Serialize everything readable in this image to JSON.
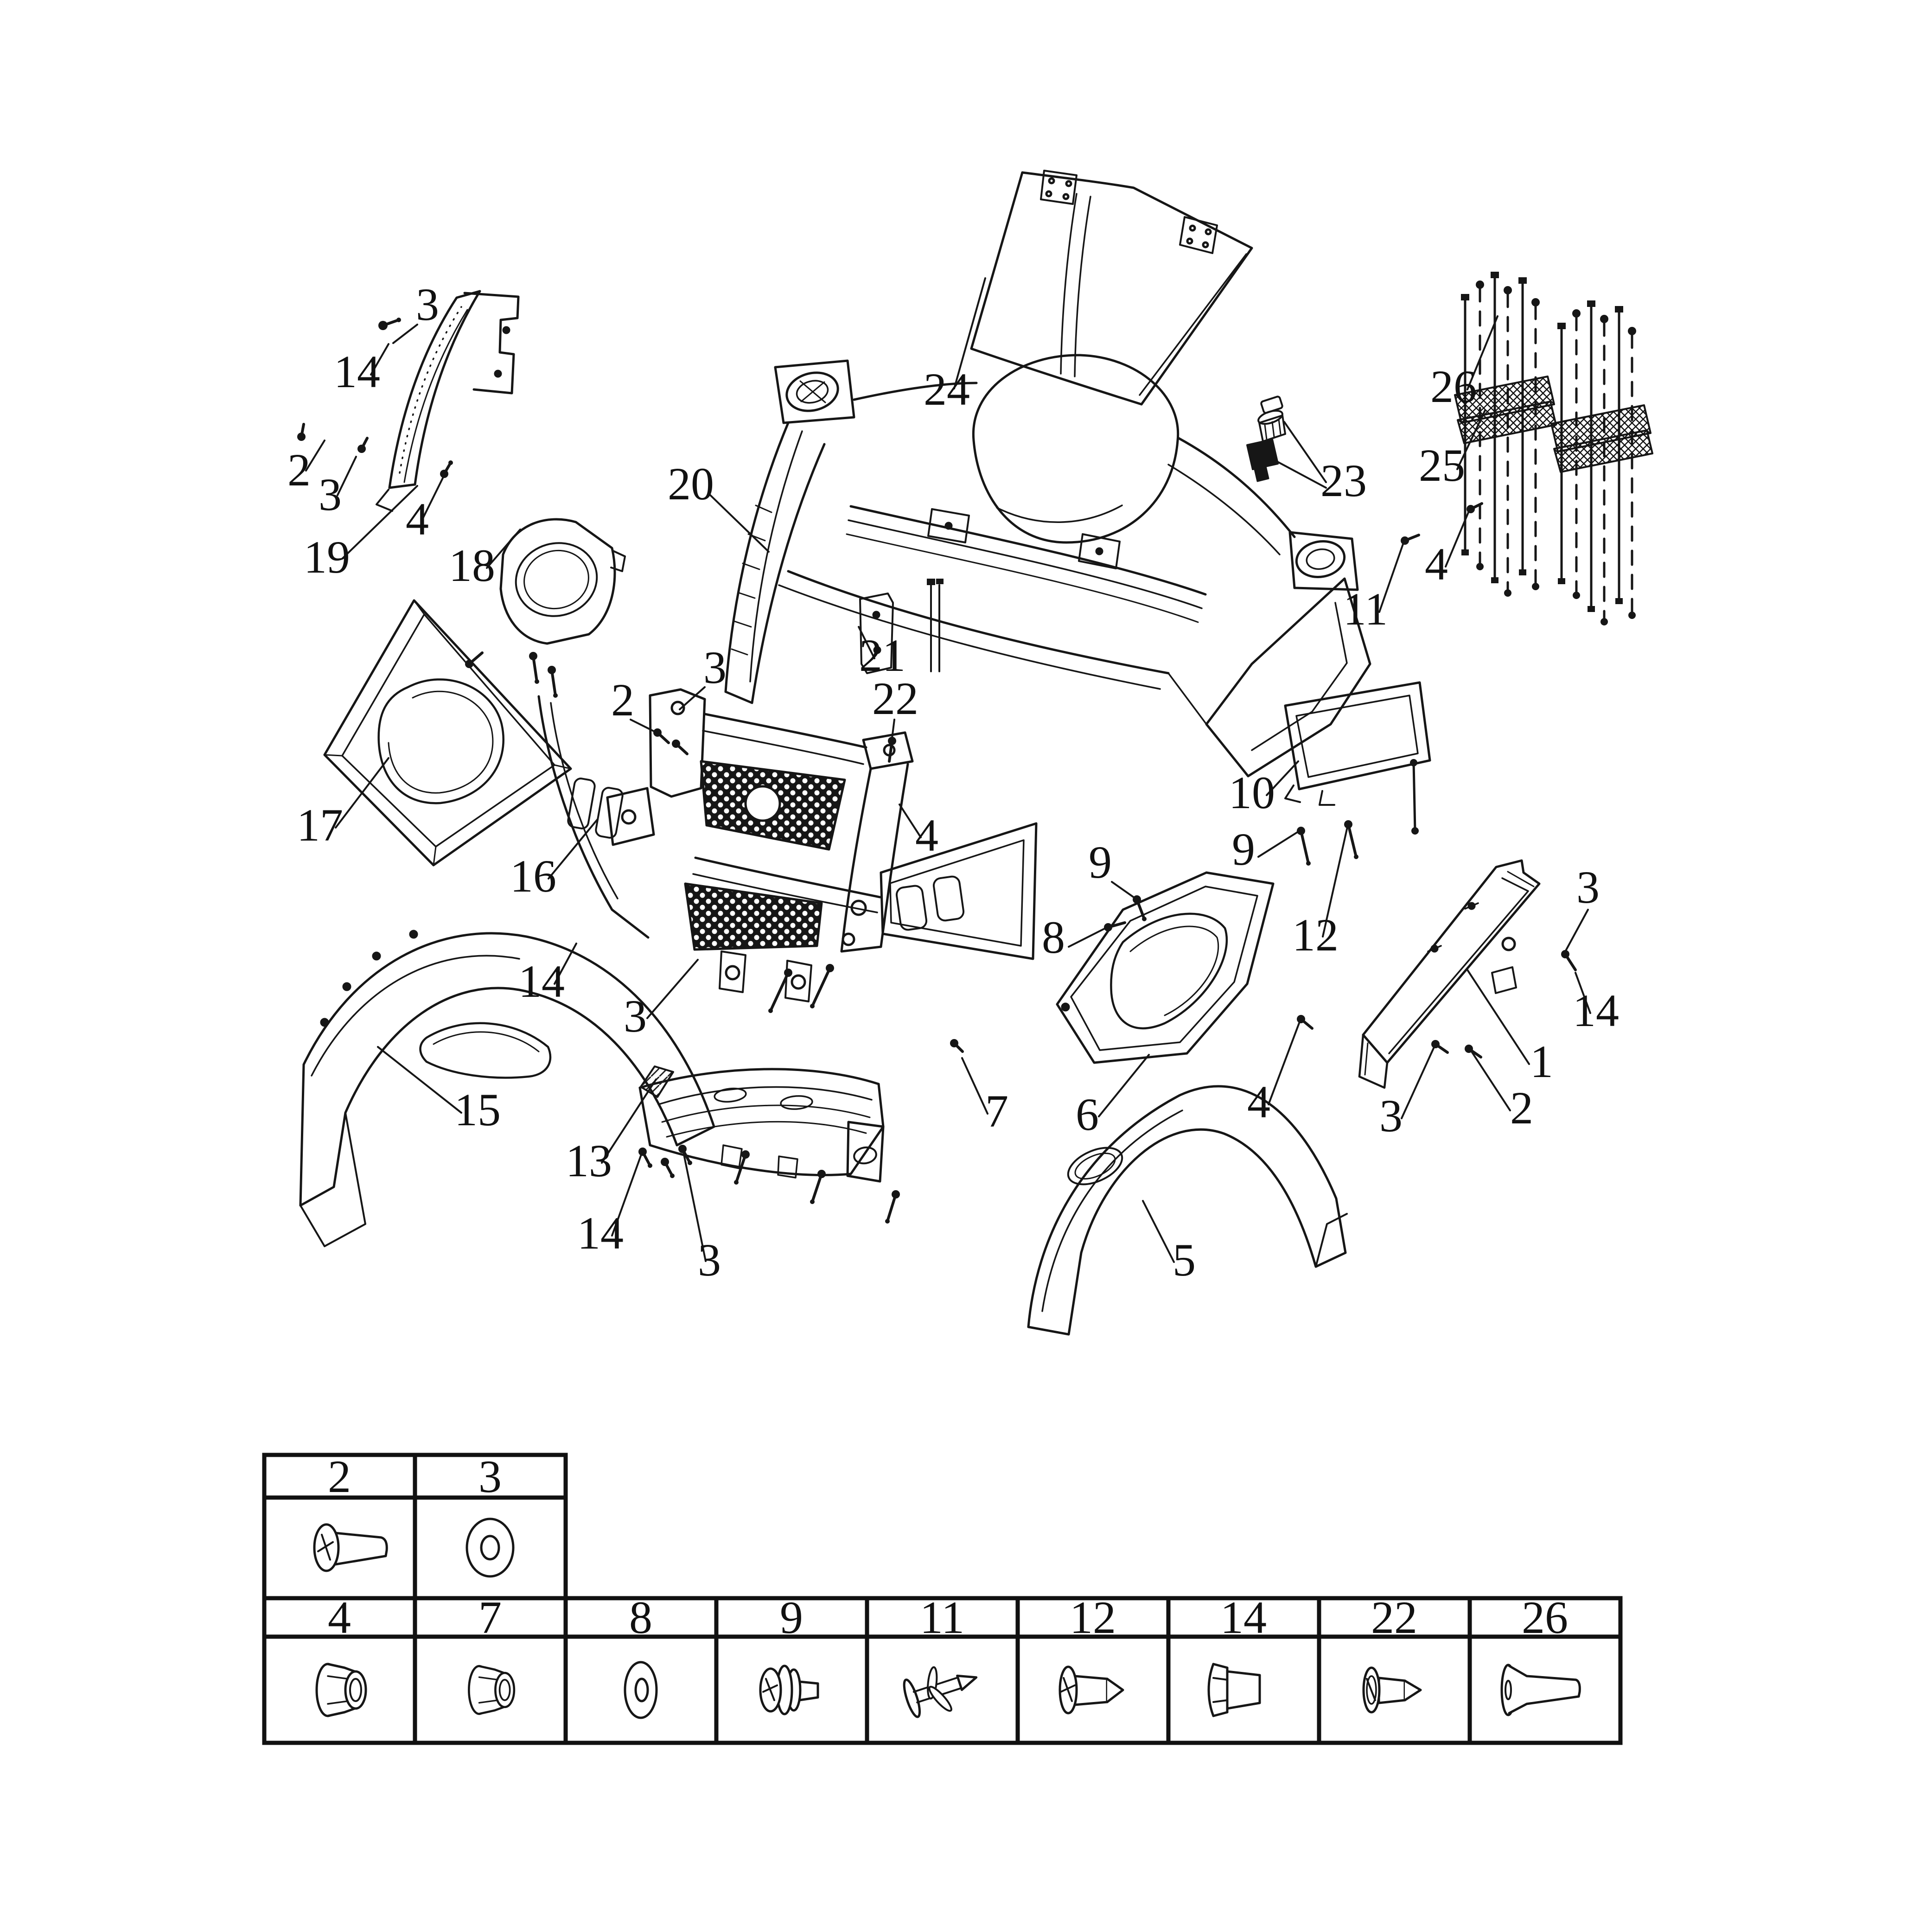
{
  "page": {
    "background": "#ffffff",
    "ink": "#111111"
  },
  "diagram": {
    "callouts": [
      {
        "label": "3"
      },
      {
        "label": "14"
      },
      {
        "label": "2"
      },
      {
        "label": "3"
      },
      {
        "label": "4"
      },
      {
        "label": "19"
      },
      {
        "label": "18"
      },
      {
        "label": "20"
      },
      {
        "label": "24"
      },
      {
        "label": "23"
      },
      {
        "label": "26"
      },
      {
        "label": "25"
      },
      {
        "label": "4"
      },
      {
        "label": "11"
      },
      {
        "label": "17"
      },
      {
        "label": "16"
      },
      {
        "label": "2"
      },
      {
        "label": "3"
      },
      {
        "label": "21"
      },
      {
        "label": "22"
      },
      {
        "label": "10"
      },
      {
        "label": "4"
      },
      {
        "label": "9"
      },
      {
        "label": "8"
      },
      {
        "label": "9"
      },
      {
        "label": "12"
      },
      {
        "label": "4"
      },
      {
        "label": "7"
      },
      {
        "label": "6"
      },
      {
        "label": "1"
      },
      {
        "label": "3"
      },
      {
        "label": "2"
      },
      {
        "label": "3"
      },
      {
        "label": "14"
      },
      {
        "label": "15"
      },
      {
        "label": "13"
      },
      {
        "label": "14"
      },
      {
        "label": "3"
      },
      {
        "label": "5"
      },
      {
        "label": "14"
      },
      {
        "label": "3"
      }
    ]
  },
  "table": {
    "upper": {
      "headers": [
        "2",
        "3"
      ],
      "icons": [
        "truss-head-bolt-icon",
        "flat-washer-icon"
      ]
    },
    "lower": {
      "headers": [
        "4",
        "7",
        "8",
        "9",
        "11",
        "12",
        "14",
        "22",
        "26"
      ],
      "icons": [
        "flange-nut-icon",
        "flange-nut-icon",
        "flat-washer-icon",
        "screw-with-washers-icon",
        "expansion-rivet-icon",
        "self-tapping-screw-icon",
        "hex-flange-bolt-icon",
        "self-tapping-screw-icon",
        "countersunk-sleeve-bolt-icon"
      ]
    }
  }
}
